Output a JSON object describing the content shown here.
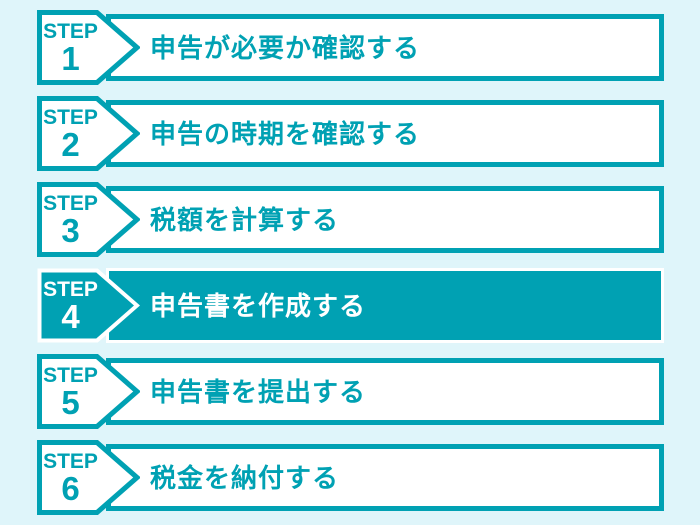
{
  "theme": {
    "accent": "#00a1b3",
    "background": "#dff5fa",
    "inactive_fill": "#ffffff",
    "active_text": "#ffffff"
  },
  "steps": [
    {
      "label": "STEP",
      "number": "1",
      "title": "申告が必要か確認する",
      "active": false
    },
    {
      "label": "STEP",
      "number": "2",
      "title": "申告の時期を確認する",
      "active": false
    },
    {
      "label": "STEP",
      "number": "3",
      "title": "税額を計算する",
      "active": false
    },
    {
      "label": "STEP",
      "number": "4",
      "title": "申告書を作成する",
      "active": true
    },
    {
      "label": "STEP",
      "number": "5",
      "title": "申告書を提出する",
      "active": false
    },
    {
      "label": "STEP",
      "number": "6",
      "title": "税金を納付する",
      "active": false
    }
  ]
}
